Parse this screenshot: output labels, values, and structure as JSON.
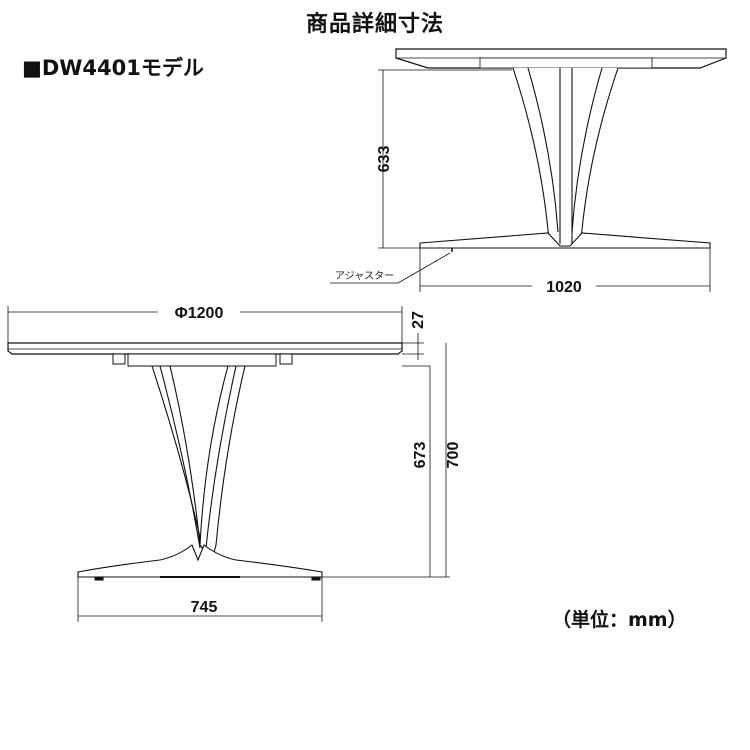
{
  "title": "商品詳細寸法",
  "model": "■DW4401モデル",
  "unit_note": "（単位：mm）",
  "side_view": {
    "height": "633",
    "base_width": "1020",
    "adjuster_label": "アジャスター"
  },
  "front_view": {
    "diameter": "Φ1200",
    "top_thickness": "27",
    "leg_height": "673",
    "total_height": "700",
    "base_width": "745"
  }
}
